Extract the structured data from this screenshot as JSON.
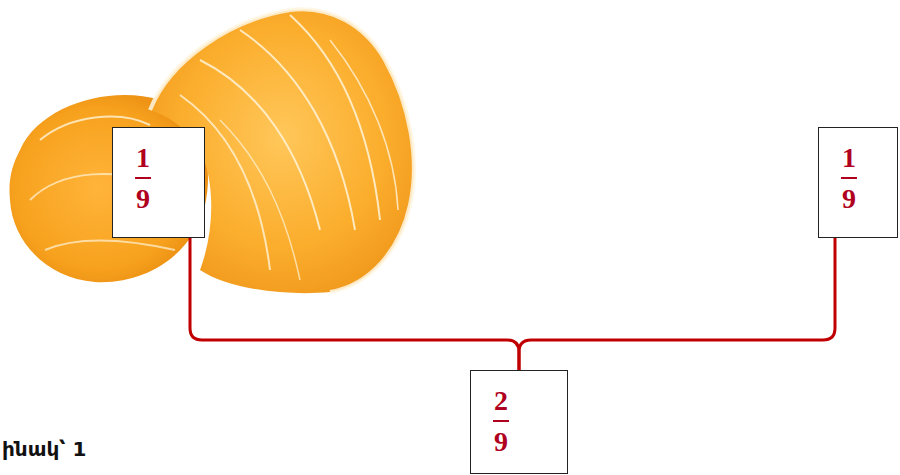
{
  "diagram": {
    "nodes": [
      {
        "text": [
          "1",
          "9"
        ]
      },
      {
        "text": [
          "1",
          "9"
        ]
      },
      {
        "text": [
          "2",
          "9"
        ]
      }
    ],
    "edges": [
      {
        "from": 0,
        "to": 2,
        "arrow": "none"
      },
      {
        "from": 1,
        "to": 2,
        "arrow": "none"
      }
    ],
    "labels": [
      "ինակ՝ 1"
    ]
  }
}
